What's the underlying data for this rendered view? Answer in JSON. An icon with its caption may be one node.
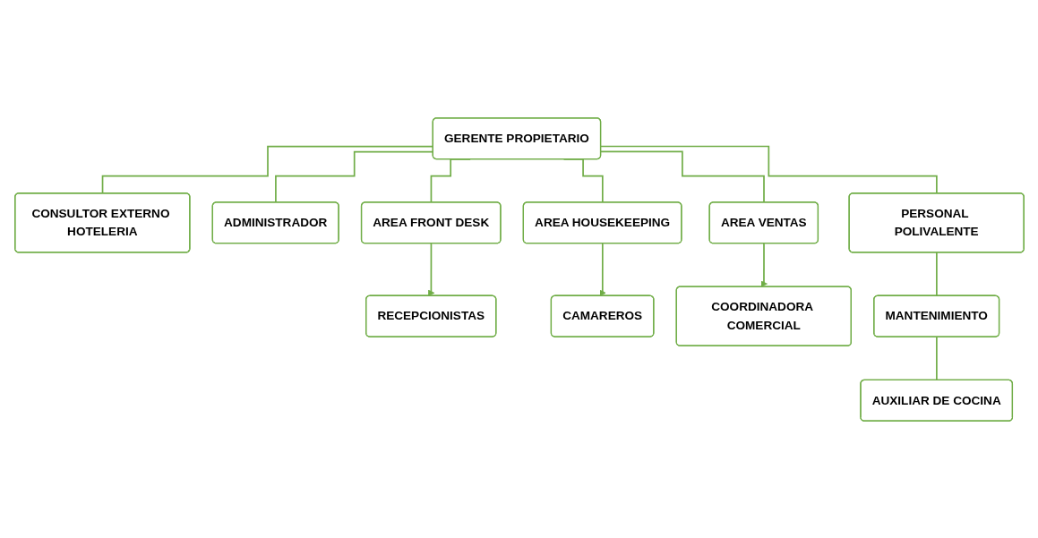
{
  "diagram": {
    "nodes": [
      {
        "text": [
          "GERENTE PROPIETARIO"
        ]
      },
      {
        "text": [
          "CONSULTOR EXTERNO HOTELERIA"
        ]
      },
      {
        "text": [
          "ADMINISTRADOR"
        ]
      },
      {
        "text": [
          "AREA FRONT DESK"
        ]
      },
      {
        "text": [
          "AREA HOUSEKEEPING"
        ]
      },
      {
        "text": [
          "AREA VENTAS"
        ]
      },
      {
        "text": [
          "PERSONAL POLIVALENTE"
        ]
      },
      {
        "text": [
          "RECEPCIONISTAS"
        ]
      },
      {
        "text": [
          "CAMAREROS"
        ]
      },
      {
        "text": [
          "COORDINADORA COMERCIAL"
        ]
      },
      {
        "text": [
          "MANTENIMIENTO"
        ]
      },
      {
        "text": [
          "AUXILIAR DE COCINA"
        ]
      }
    ],
    "edges": [
      {
        "from": 0,
        "to": 1,
        "arrow": "none"
      },
      {
        "from": 0,
        "to": 2,
        "arrow": "none"
      },
      {
        "from": 0,
        "to": 3,
        "arrow": "none"
      },
      {
        "from": 0,
        "to": 4,
        "arrow": "none"
      },
      {
        "from": 0,
        "to": 5,
        "arrow": "none"
      },
      {
        "from": 0,
        "to": 6,
        "arrow": "none"
      },
      {
        "from": 3,
        "to": 7,
        "arrow": "to"
      },
      {
        "from": 4,
        "to": 8,
        "arrow": "to"
      },
      {
        "from": 5,
        "to": 9,
        "arrow": "to"
      },
      {
        "from": 6,
        "to": 10,
        "arrow": "none"
      },
      {
        "from": 10,
        "to": 11,
        "arrow": "none"
      }
    ]
  }
}
